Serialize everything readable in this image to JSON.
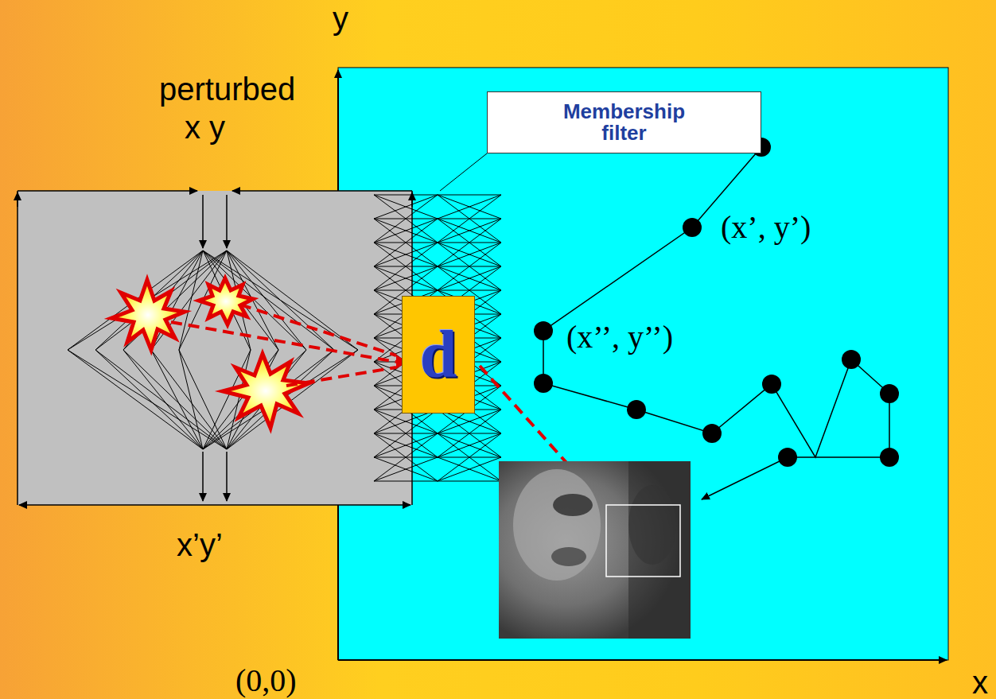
{
  "diagram": {
    "nodes": [
      {
        "text": [
          "Membership filter"
        ]
      },
      {
        "text": [
          "d"
        ]
      }
    ],
    "labels": [
      "y",
      "perturbed",
      "x y",
      "x’y’",
      "(x’, y’)",
      "(x’’, y’’)",
      "(0,0)",
      "x"
    ]
  }
}
